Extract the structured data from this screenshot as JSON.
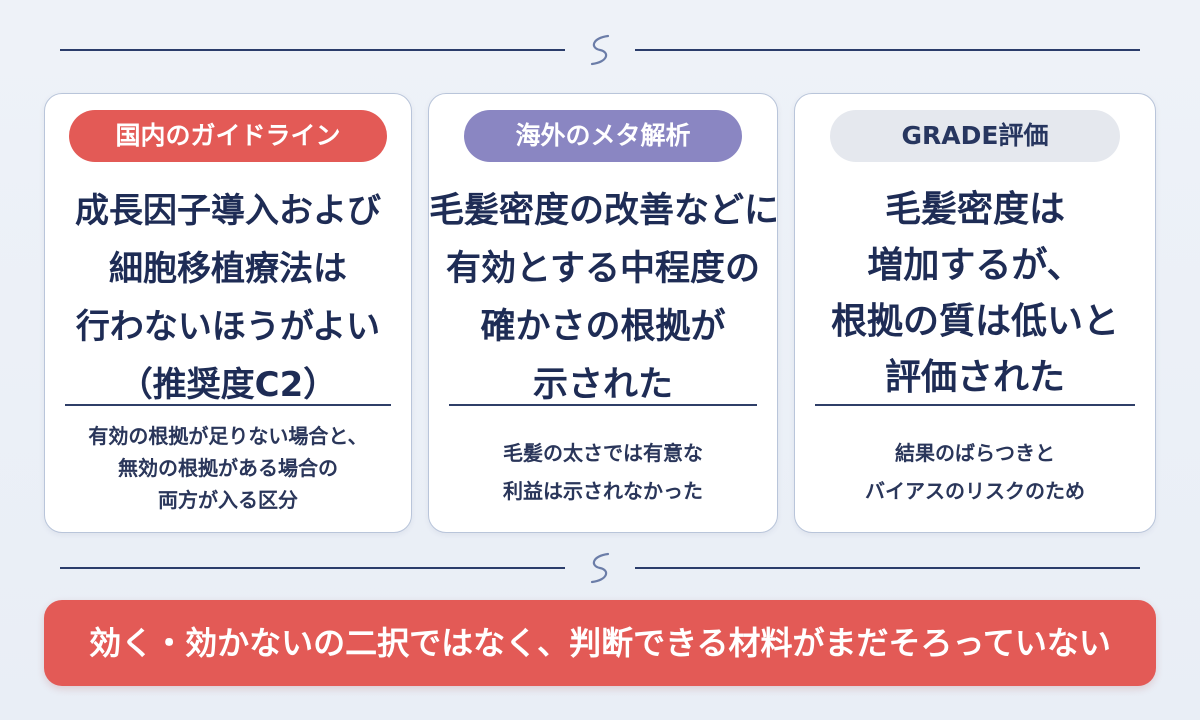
{
  "cards": [
    {
      "tag": "国内のガイドライン",
      "main": [
        "成長因子導入および",
        "細胞移植療法は",
        "行わないほうがよい",
        "（推奨度C2）"
      ],
      "sub": "有効の根拠が足りない場合と、\n無効の根拠がある場合の\n両方が入る区分"
    },
    {
      "tag": "海外のメタ解析",
      "main": [
        "毛髪密度の改善などに",
        "有効とする中程度の",
        "確かさの根拠が",
        "示された"
      ],
      "sub": "毛髪の太さでは有意な\n利益は示されなかった"
    },
    {
      "tag": "GRADE評価",
      "main": [
        "毛髪密度は",
        "増加するが、",
        "根拠の質は低いと",
        "評価された"
      ],
      "sub": "結果のばらつきと\nバイアスのリスクのため"
    }
  ],
  "bottom_banner": "効く・効かないの二択ではなく、判断できる材料がまだそろっていない",
  "colors": {
    "accent_red": "#e35a56",
    "accent_purple": "#8a86c2",
    "tag_gray": "#e5e8ee",
    "navy_text": "#1e2c55"
  }
}
